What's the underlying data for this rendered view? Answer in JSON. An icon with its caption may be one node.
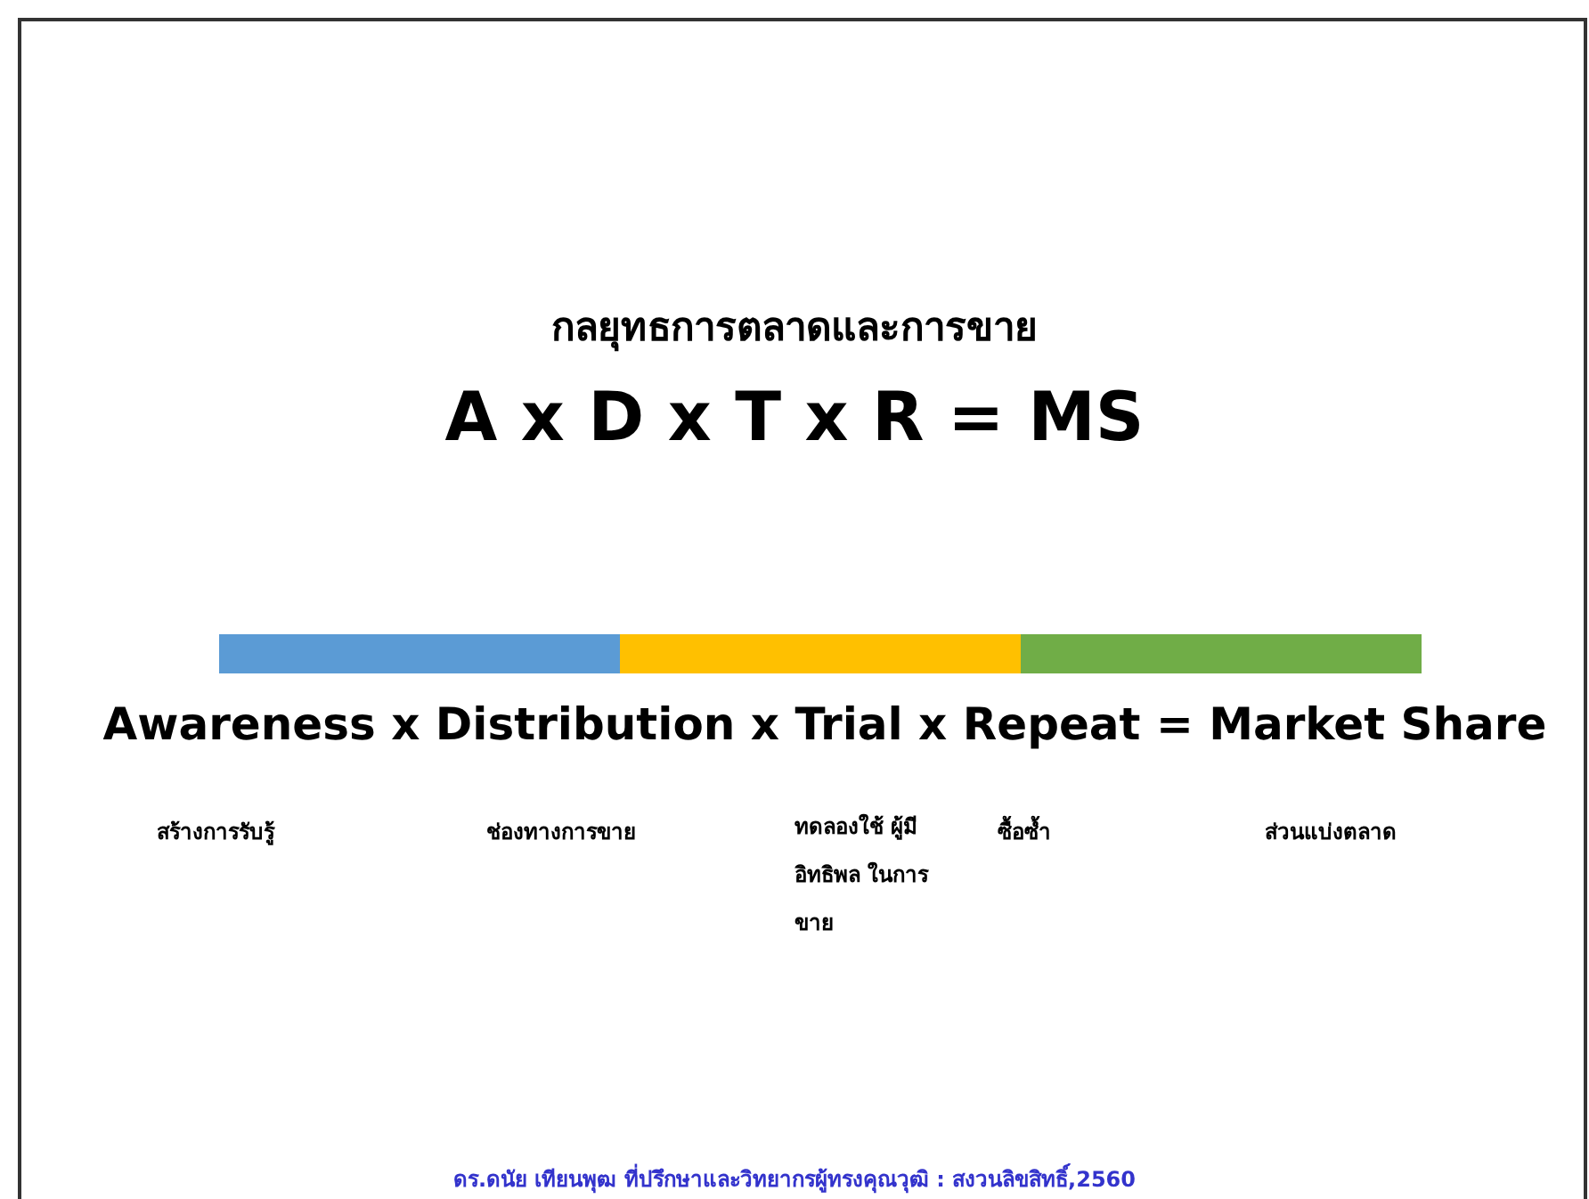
{
  "diagram": {
    "title": "กลยุทธการตลาดและการขาย",
    "labels": [
      "A x D x T x R = MS",
      "Awareness x Distribution x Trial x Repeat = Market Share",
      "สร้างการรับรู้",
      "ช่องทางการขาย",
      "ทดลองใช้ ผู้มีอิทธิพล ในการขาย",
      "ซื้อซ้ำ",
      "ส่วนแบ่งตลาด"
    ],
    "caption": "ดร.ดนัย เทียนพุฒ ที่ปรึกษาและวิทยากรผู้ทรงคุณวุฒิ : สงวนลิขสิทธิ์,2560"
  }
}
